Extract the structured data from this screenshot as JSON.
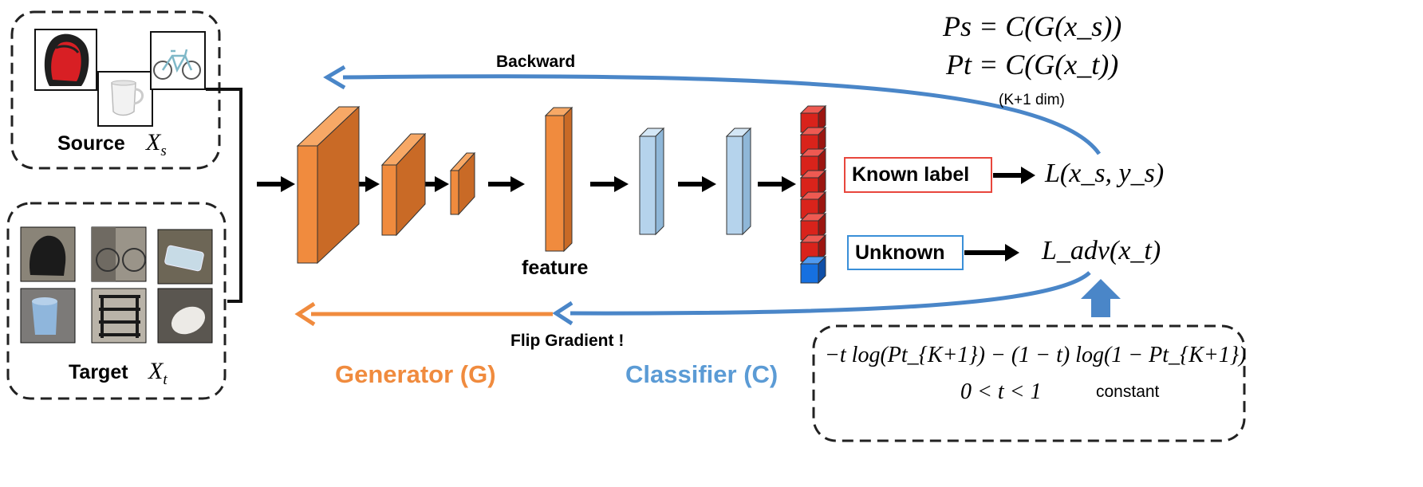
{
  "source": {
    "label": "Source",
    "var": "X",
    "sub": "s"
  },
  "target": {
    "label": "Target",
    "var": "X",
    "sub": "t"
  },
  "arrows": {
    "backward": "Backward",
    "flip": "Flip Gradient !"
  },
  "network": {
    "feature": "feature",
    "generator": "Generator (G)",
    "classifier": "Classifier (C)"
  },
  "equations": {
    "ps": "Ps = C(G(x_s))",
    "pt": "Pt = C(G(x_t))",
    "dim": "(K+1 dim)",
    "loss_known": "L(x_s, y_s)",
    "loss_adv": "L_adv(x_t)",
    "adv_formula": "−t log(Pt_{K+1}) − (1 − t) log(1 − Pt_{K+1})",
    "t_range": "0 < t < 1",
    "constant": "constant"
  },
  "boxes": {
    "known": "Known label",
    "unknown": "Unknown"
  },
  "colors": {
    "generator": "#f08b3e",
    "classifier": "#5b9bd5",
    "known_box": "#e8463c",
    "unknown_box": "#3a8fd8",
    "output_red": "#d9231b",
    "output_blue": "#1670e0"
  }
}
